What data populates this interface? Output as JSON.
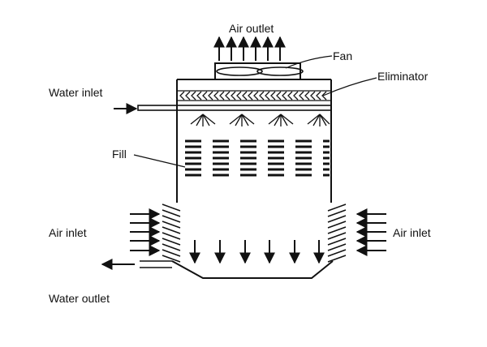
{
  "labels": {
    "air_outlet": "Air outlet",
    "fan": "Fan",
    "eliminator": "Eliminator",
    "water_inlet": "Water inlet",
    "fill": "Fill",
    "air_inlet_left": "Air inlet",
    "air_inlet_right": "Air inlet",
    "water_outlet": "Water outlet"
  },
  "colors": {
    "stroke": "#111111",
    "background": "#ffffff"
  }
}
